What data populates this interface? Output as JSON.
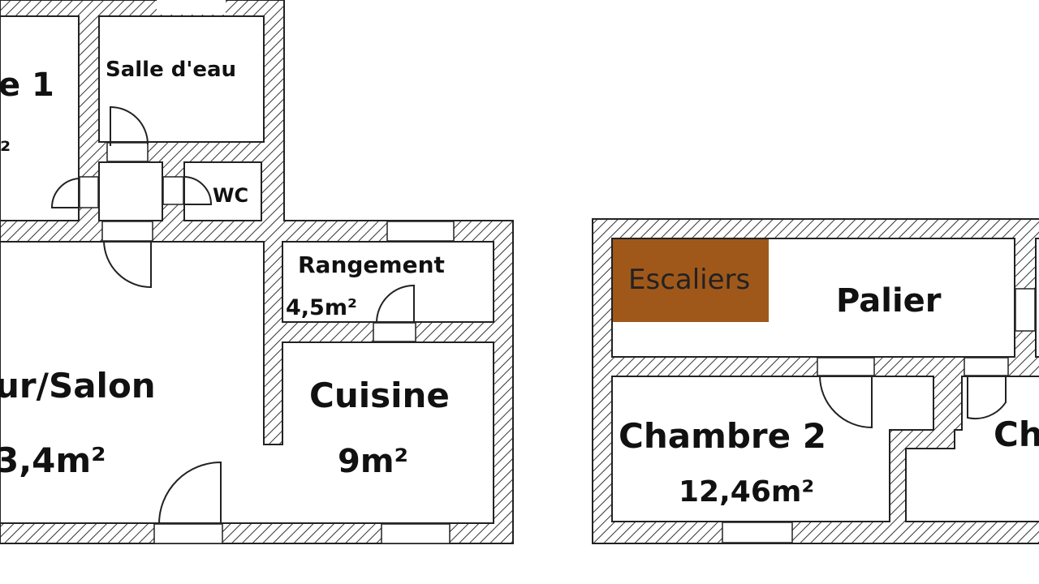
{
  "colors": {
    "wall_outline": "#222222",
    "hatch": "#333333",
    "stairs_fill": "#a0581a",
    "background": "#ffffff"
  },
  "ground_floor": {
    "title": "",
    "rooms": {
      "chambre1_name": "e 1",
      "chambre1_area": "²",
      "salle_deau": "Salle d'eau",
      "wc": "WC",
      "rangement_name": "Rangement",
      "rangement_area": "4,5m²",
      "sejour_name": "ur/Salon",
      "sejour_area": "3,4m²",
      "cuisine_name": "Cuisine",
      "cuisine_area": "9m²"
    }
  },
  "upper_floor": {
    "title": "",
    "rooms": {
      "escaliers": "Escaliers",
      "palier": "Palier",
      "chambre2_name": "Chambre 2",
      "chambre2_area": "12,46m²",
      "chambre3_name": "Ch"
    }
  }
}
